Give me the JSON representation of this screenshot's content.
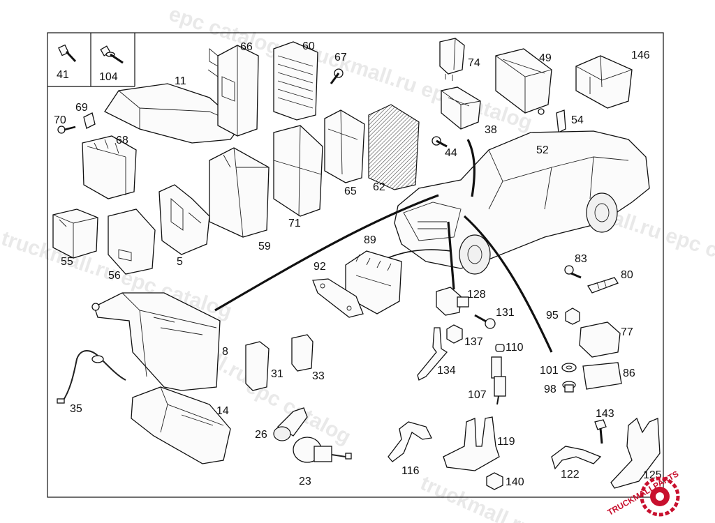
{
  "parts": [
    {
      "id": "p41",
      "label": "41"
    },
    {
      "id": "p104",
      "label": "104"
    },
    {
      "id": "p11",
      "label": "11"
    },
    {
      "id": "p66",
      "label": "66"
    },
    {
      "id": "p60",
      "label": "60"
    },
    {
      "id": "p67",
      "label": "67"
    },
    {
      "id": "p74",
      "label": "74"
    },
    {
      "id": "p49",
      "label": "49"
    },
    {
      "id": "p146",
      "label": "146"
    },
    {
      "id": "p69",
      "label": "69"
    },
    {
      "id": "p70",
      "label": "70"
    },
    {
      "id": "p68",
      "label": "68"
    },
    {
      "id": "p38",
      "label": "38"
    },
    {
      "id": "p54",
      "label": "54"
    },
    {
      "id": "p44",
      "label": "44"
    },
    {
      "id": "p52",
      "label": "52"
    },
    {
      "id": "p65",
      "label": "65"
    },
    {
      "id": "p62",
      "label": "62"
    },
    {
      "id": "p71",
      "label": "71"
    },
    {
      "id": "p59",
      "label": "59"
    },
    {
      "id": "p5",
      "label": "5"
    },
    {
      "id": "p55",
      "label": "55"
    },
    {
      "id": "p56",
      "label": "56"
    },
    {
      "id": "p89",
      "label": "89"
    },
    {
      "id": "p92",
      "label": "92"
    },
    {
      "id": "p83",
      "label": "83"
    },
    {
      "id": "p80",
      "label": "80"
    },
    {
      "id": "p128",
      "label": "128"
    },
    {
      "id": "p131",
      "label": "131"
    },
    {
      "id": "p95",
      "label": "95"
    },
    {
      "id": "p77",
      "label": "77"
    },
    {
      "id": "p137",
      "label": "137"
    },
    {
      "id": "p110",
      "label": "110"
    },
    {
      "id": "p8",
      "label": "8"
    },
    {
      "id": "p31",
      "label": "31"
    },
    {
      "id": "p33",
      "label": "33"
    },
    {
      "id": "p134",
      "label": "134"
    },
    {
      "id": "p101",
      "label": "101"
    },
    {
      "id": "p86",
      "label": "86"
    },
    {
      "id": "p98",
      "label": "98"
    },
    {
      "id": "p107",
      "label": "107"
    },
    {
      "id": "p35",
      "label": "35"
    },
    {
      "id": "p14",
      "label": "14"
    },
    {
      "id": "p143",
      "label": "143"
    },
    {
      "id": "p26",
      "label": "26"
    },
    {
      "id": "p119",
      "label": "119"
    },
    {
      "id": "p116",
      "label": "116"
    },
    {
      "id": "p122",
      "label": "122"
    },
    {
      "id": "p125",
      "label": "125"
    },
    {
      "id": "p23",
      "label": "23"
    },
    {
      "id": "p140",
      "label": "140"
    }
  ],
  "watermark": {
    "text": "truckmall.ru epc catalog",
    "short": "epc catalog",
    "domain": "truckmall.ru"
  },
  "logo": {
    "text": "TRUCKMALLPARTS",
    "color": "#c8102e"
  }
}
